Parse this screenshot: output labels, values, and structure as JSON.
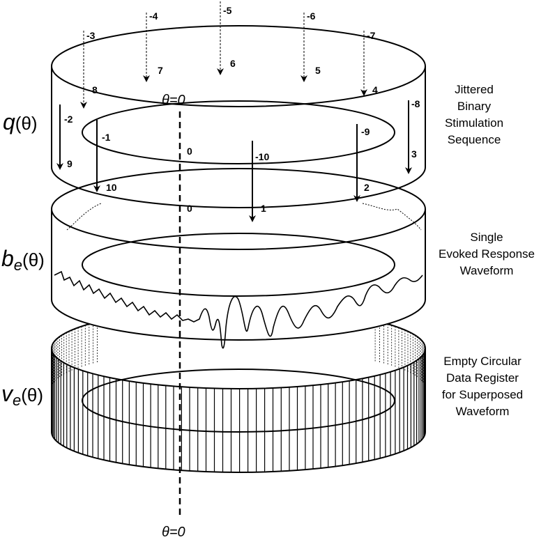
{
  "theta_label_top": "θ=0",
  "theta_label_bottom": "θ=0",
  "rings": {
    "q": {
      "label_main": "q",
      "label_arg": "(θ)",
      "desc": [
        "Jittered",
        "Binary",
        "Stimulation",
        "Sequence"
      ]
    },
    "b": {
      "label_main": "b",
      "label_sub": "e",
      "label_arg": "(θ)",
      "desc": [
        "Single",
        "Evoked Response",
        "Waveform"
      ]
    },
    "v": {
      "label_main": "v",
      "label_sub": "e",
      "label_arg": "(θ)",
      "desc": [
        "Empty Circular",
        "Data Register",
        "for Superposed",
        "Waveform"
      ]
    }
  },
  "stimulus_arrows": {
    "top_labels": [
      "-3",
      "-4",
      "-5",
      "-6",
      "-7"
    ],
    "top_inner_labels": [
      "8",
      "7",
      "6",
      "5",
      "4"
    ],
    "front_labels": [
      "-2",
      "-1",
      "-10",
      "-9",
      "-8"
    ],
    "front_bottom_labels": [
      "9",
      "10",
      "1",
      "2",
      "3"
    ],
    "zero_top": "0",
    "zero_bottom": "0"
  },
  "colors": {
    "line": "#000000",
    "background": "#ffffff"
  }
}
